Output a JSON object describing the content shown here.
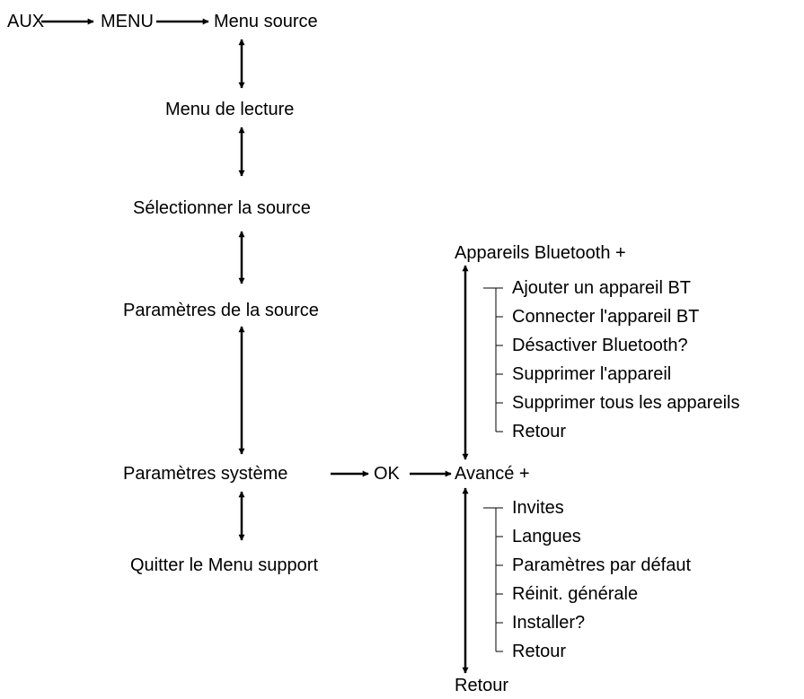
{
  "main_path": {
    "aux": "AUX",
    "menu": "MENU",
    "menu_source": "Menu source",
    "menu_lecture": "Menu de lecture",
    "select_source": "Sélectionner la source",
    "source_params": "Paramètres de la source",
    "system_params": "Paramètres système",
    "ok": "OK",
    "quit": "Quitter le Menu support"
  },
  "bluetooth": {
    "title": "Appareils Bluetooth +",
    "items": [
      "Ajouter un appareil BT",
      "Connecter l'appareil BT",
      "Désactiver Bluetooth?",
      "Supprimer l'appareil",
      "Supprimer tous les appareils",
      "Retour"
    ]
  },
  "advanced": {
    "title": "Avancé +",
    "items": [
      "Invites",
      "Langues",
      "Paramètres par défaut",
      "Réinit. générale",
      "Installer?",
      "Retour"
    ],
    "bottom": "Retour"
  }
}
